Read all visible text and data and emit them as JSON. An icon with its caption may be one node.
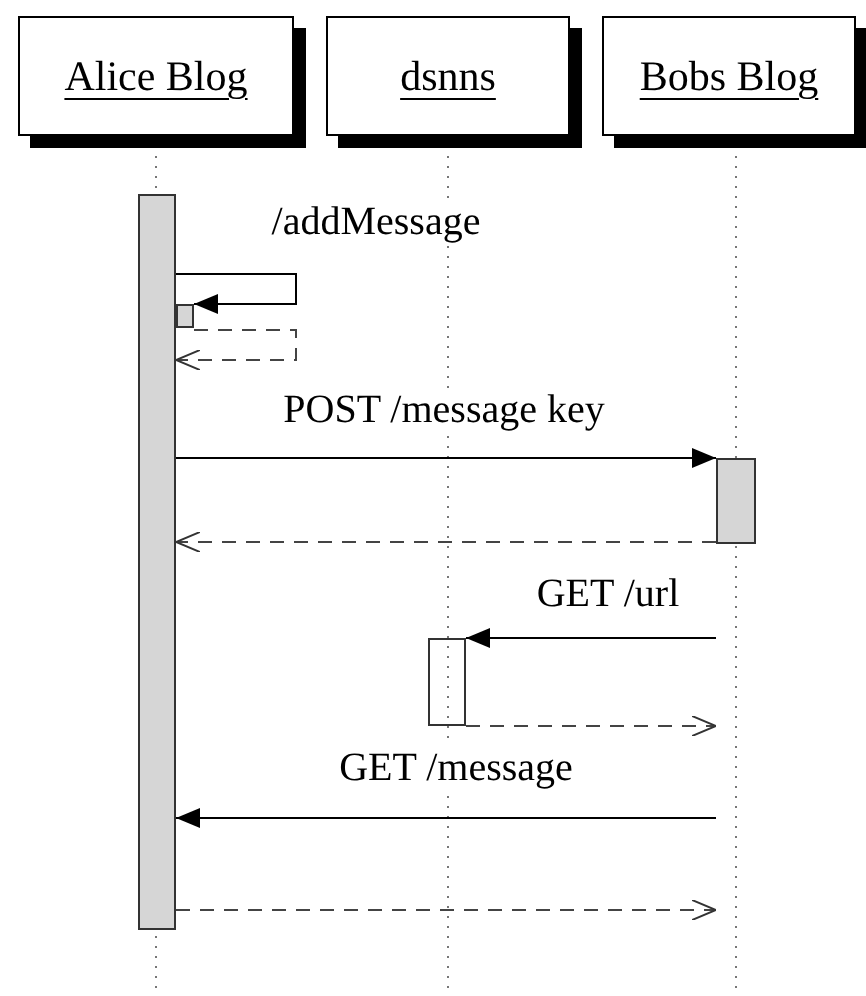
{
  "diagram": {
    "nodes": [
      {
        "text": [
          "Alice Blog"
        ]
      },
      {
        "text": [
          "dsnns"
        ]
      },
      {
        "text": [
          "Bobs Blog"
        ]
      },
      {
        "text": [],
        "shape": "bar"
      },
      {
        "text": [],
        "shape": "bar"
      },
      {
        "text": [],
        "shape": "bar"
      },
      {
        "text": [],
        "shape": "bar"
      }
    ],
    "edges": [
      {
        "from": 3,
        "to": 4,
        "arrow": "to",
        "label": "/addMessage"
      },
      {
        "from": 4,
        "to": 3,
        "arrow": "to",
        "style": "dashed"
      },
      {
        "from": 3,
        "to": 5,
        "arrow": "to",
        "label": "POST /message key"
      },
      {
        "from": 5,
        "to": 3,
        "arrow": "to",
        "style": "dashed"
      },
      {
        "from": null,
        "to": 6,
        "arrow": "to",
        "label": "GET /url"
      },
      {
        "from": 6,
        "to": null,
        "arrow": "to",
        "style": "dashed"
      },
      {
        "from": null,
        "to": 3,
        "arrow": "to",
        "label": "GET /message"
      },
      {
        "from": 3,
        "to": null,
        "arrow": "to",
        "style": "dashed"
      }
    ]
  }
}
